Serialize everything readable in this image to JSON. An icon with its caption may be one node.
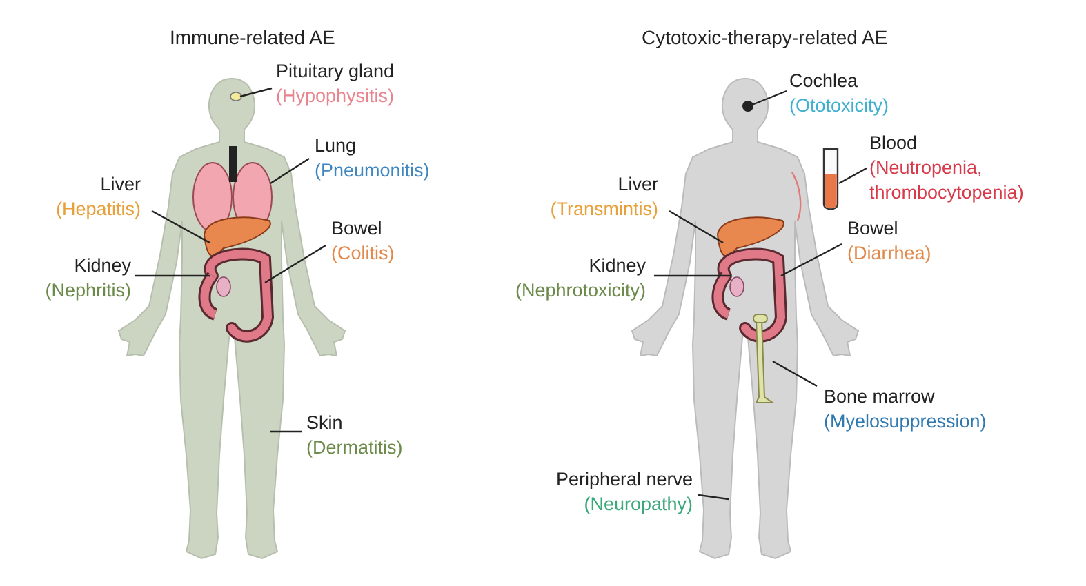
{
  "diagram": {
    "nodes": [
      {
        "text": [
          "Pituitary gland",
          "(Hypophysitis)"
        ]
      },
      {
        "text": [
          "Lung",
          "(Pneumonitis)"
        ]
      },
      {
        "text": [
          "Liver",
          "(Hepatitis)"
        ]
      },
      {
        "text": [
          "Bowel",
          "(Colitis)"
        ]
      },
      {
        "text": [
          "Kidney",
          "(Nephritis)"
        ]
      },
      {
        "text": [
          "Skin",
          "(Dermatitis)"
        ]
      },
      {
        "text": [
          "Cochlea",
          "(Ototoxicity)"
        ]
      },
      {
        "text": [
          "Blood",
          "(Neutropenia, thrombocytopenia)"
        ]
      },
      {
        "text": [
          "Liver",
          "(Transmintis)"
        ]
      },
      {
        "text": [
          "Bowel",
          "(Diarrhea)"
        ]
      },
      {
        "text": [
          "Kidney",
          "(Nephrotoxicity)"
        ]
      },
      {
        "text": [
          "Bone marrow",
          "(Myelosuppression)"
        ]
      },
      {
        "text": [
          "Peripheral nerve",
          "(Neuropathy)"
        ]
      }
    ],
    "edges": [
      {
        "from": 0,
        "to": null,
        "arrow": "none"
      },
      {
        "from": 1,
        "to": null,
        "arrow": "none"
      },
      {
        "from": 2,
        "to": null,
        "arrow": "none"
      },
      {
        "from": 3,
        "to": null,
        "arrow": "none"
      },
      {
        "from": 4,
        "to": null,
        "arrow": "none"
      },
      {
        "from": 5,
        "to": null,
        "arrow": "none"
      },
      {
        "from": 6,
        "to": null,
        "arrow": "none"
      },
      {
        "from": 7,
        "to": null,
        "arrow": "none"
      },
      {
        "from": 8,
        "to": null,
        "arrow": "none"
      },
      {
        "from": 9,
        "to": null,
        "arrow": "none"
      },
      {
        "from": 10,
        "to": null,
        "arrow": "none"
      },
      {
        "from": 11,
        "to": null,
        "arrow": "none"
      },
      {
        "from": 12,
        "to": null,
        "arrow": "none"
      }
    ],
    "labels": [
      "Immune-related AE",
      "Cytotoxic-therapy-related AE"
    ]
  }
}
